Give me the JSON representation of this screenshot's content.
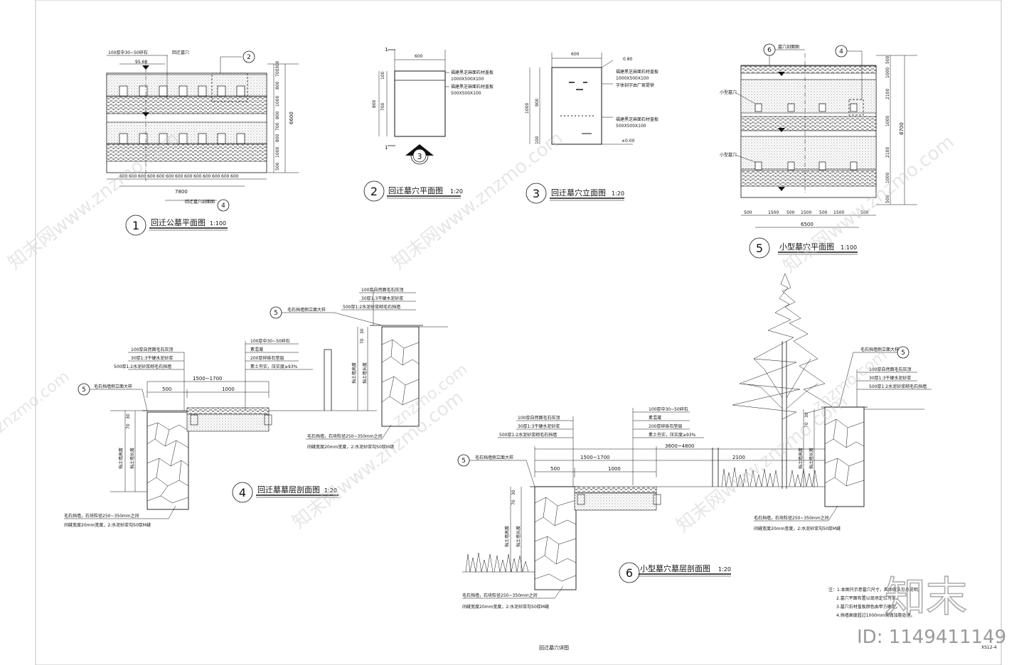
{
  "drawings": {
    "d1": {
      "num": "1",
      "title": "回迁公墓平面图",
      "scale": "1:100",
      "top_note": "100厚中30~50碎石",
      "tomb_label": "回迁墓穴",
      "dim_top": "95.60",
      "dim_total_h": "6600",
      "dim_right": [
        "300",
        "700",
        "800",
        "1000",
        "800",
        "700",
        "800",
        "1000",
        "500"
      ],
      "dim_bottom_cells": [
        "600",
        "600",
        "600",
        "600",
        "600",
        "600",
        "600",
        "600",
        "600",
        "600",
        "600",
        "600",
        "600"
      ],
      "dim_total_w": "7800",
      "section_ref_top": "2",
      "section_ref_bottom": "4",
      "bottom_label": "回迁墓穴剖面图"
    },
    "d2": {
      "num": "2",
      "title": "回迁墓穴平面图",
      "scale": "1:20",
      "width": "600",
      "heights": [
        "100",
        "700",
        "800"
      ],
      "cut": "1",
      "callouts": [
        "福建黑芝麻面石材盖板",
        "1000X500X100",
        "福建黑芝麻面石材盖板",
        "500X500X100"
      ],
      "ref": "3"
    },
    "d3": {
      "num": "3",
      "title": "回迁墓穴立面图",
      "scale": "1:20",
      "width": "600",
      "heights": [
        "1000",
        "900",
        "100"
      ],
      "elev_top": "0.80",
      "elev_bottom": "±0.00",
      "callouts": [
        "福建黑芝麻面石材盖板",
        "1000X500X100",
        "字体刻字由厂家提供",
        "福建黑芝麻面石材盖板",
        "500X500X100"
      ]
    },
    "d4": {
      "num": "4",
      "title": "回迁墓墓层剖面图",
      "scale": "1:20",
      "layers_left": [
        "100厚自然面毛石压顶",
        "30厚1:3干硬水泥砂浆",
        "500厚1:2水泥砂浆砌毛石挡墙"
      ],
      "layers_mid": [
        "100厚中30~50碎石",
        "素混凝",
        "200厚碎砾石垫层",
        "素土夯实，压实度≥93%"
      ],
      "layers_right": [
        "100厚自然面毛石压顶",
        "30厚1:3干硬水泥砂浆",
        "500厚1:2水泥砂浆砌毛石挡墙"
      ],
      "wall_ref": "毛石挡墙侧立面大样",
      "dims": [
        "500",
        "1500~1700",
        "1000"
      ],
      "wall_labels": [
        "挡土墙高度",
        "挡土墙长度"
      ],
      "foot": [
        "毛石挡墙，石块粒径250~350mm之间",
        "间缝宽度20mm宽度，2:水泥砂浆勾50厚M缝"
      ],
      "heights": [
        "30",
        "70"
      ],
      "ref": "5"
    },
    "d5": {
      "num": "5",
      "title": "小型墓穴平面图",
      "scale": "1:100",
      "top_label": "墓穴剖面图",
      "refs": [
        "6",
        "4"
      ],
      "side_label": "小型墓穴",
      "dim_right": [
        "500",
        "1000",
        "2100",
        "1000",
        "2100",
        "1000",
        "500"
      ],
      "dim_total_h": "8700",
      "dim_bottom": [
        "500",
        "1500",
        "500",
        "1500",
        "500",
        "1500",
        "500"
      ],
      "dim_total_w": "6500"
    },
    "d6": {
      "num": "6",
      "title": "小型墓穴墓层剖面图",
      "scale": "1:20",
      "layers_left": [
        "100厚自然面毛石压顶",
        "30厚1:3干硬水泥砂浆",
        "500厚1:2水泥砂浆砌毛石挡墙"
      ],
      "layers_mid": [
        "100厚中30~50碎石",
        "素混凝",
        "200厚碎砾石垫层",
        "素土夯实，压实度≥93%"
      ],
      "layers_right": [
        "100厚自然面毛石压顶",
        "30厚1:3干硬水泥砂浆",
        "500厚1:2水泥砂浆砌毛石挡墙"
      ],
      "wall_ref": "毛石挡墙侧立面大样",
      "dims": [
        "3600~4800",
        "1500~1700",
        "500",
        "1000",
        "2100"
      ],
      "foot_mid": [
        "毛石挡墙，石块粒径250~350mm之间",
        "间缝宽度20mm宽度，2:水泥砂浆勾50厚M缝"
      ],
      "foot_left": [
        "毛石挡墙，石块粒径250~350mm之间",
        "间缝宽度20mm宽度，2:水泥砂浆勾50厚M缝"
      ],
      "heights": [
        "30",
        "70"
      ],
      "ref": "5"
    }
  },
  "notes": {
    "lines": [
      "注：1.本图只示意墓穴尺寸，具体做法见总说明。",
      "2.墓穴平面布置以现场定位为准。",
      "3.墓穴石材盖板颜色由甲方确定。",
      "4.挡墙高度超过1000mm需做加筋处理。"
    ]
  },
  "footer": {
    "sheet_title": "回迁墓穴详图",
    "sheet_no": "XS12-4",
    "id_text": "ID: 1149411149",
    "brand_logo": "知末"
  },
  "watermark": {
    "text_cn": "知末网www.znzmo.com",
    "text_en": "znzmo.com"
  }
}
